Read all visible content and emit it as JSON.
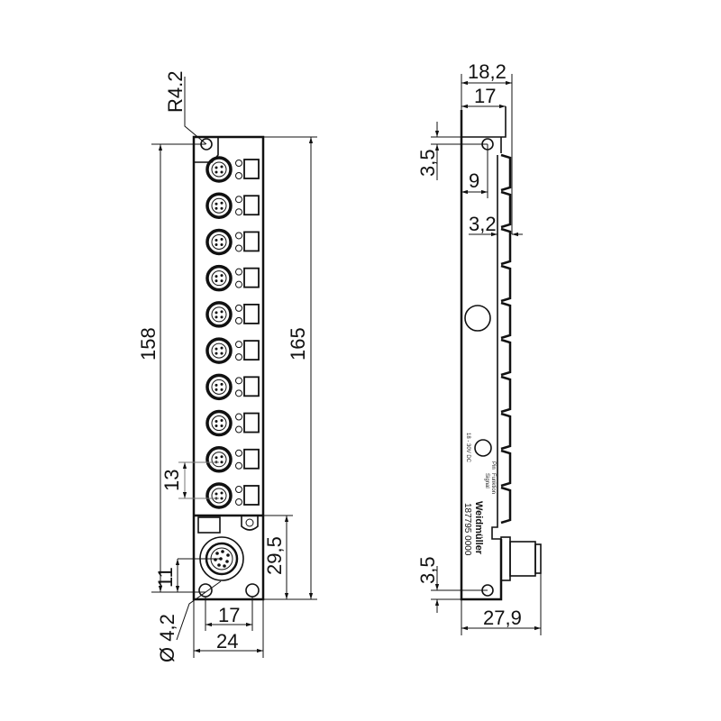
{
  "front_view": {
    "dimensions": {
      "radius": "R4.2",
      "height_holes": "158",
      "height_total": "165",
      "connector_pitch": "13",
      "bottom_section": "29,5",
      "hole_to_connector": "11",
      "hole_diameter": "Ø 4,2",
      "hole_spacing": "17",
      "width": "24"
    },
    "m8_port_count": 10
  },
  "side_view": {
    "dimensions": {
      "depth_total": "18,2",
      "depth_body": "17",
      "top_hole_offset": "3,5",
      "hole_depth": "9",
      "rib": "3,2",
      "bottom_hole_offset": "3,5",
      "depth_with_connector": "27,9"
    },
    "label": {
      "brand": "Weidmüller",
      "part_number": "187795 0000",
      "voltage": "18 - 30V DC",
      "pin_header": "Pin",
      "function_header": "Funktion",
      "signal": "Signal"
    }
  }
}
